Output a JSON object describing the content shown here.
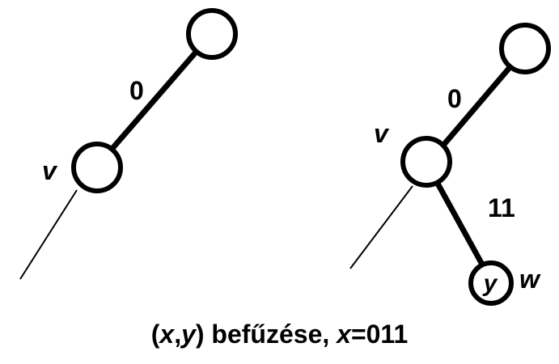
{
  "colors": {
    "stroke": "#000000",
    "node_fill": "#ffffff",
    "background": "#ffffff"
  },
  "left_tree": {
    "edge_label": "0",
    "node_v_label": "v"
  },
  "right_tree": {
    "edge_label_top": "0",
    "edge_label_new": "11",
    "node_v_label": "v",
    "node_w_label": "w",
    "node_w_content": "y"
  },
  "caption": {
    "open_paren": "(",
    "x": "x",
    "comma": ",",
    "y": "y",
    "close_text": ") befűzése, ",
    "x2": "x",
    "equals_value": "=011"
  }
}
